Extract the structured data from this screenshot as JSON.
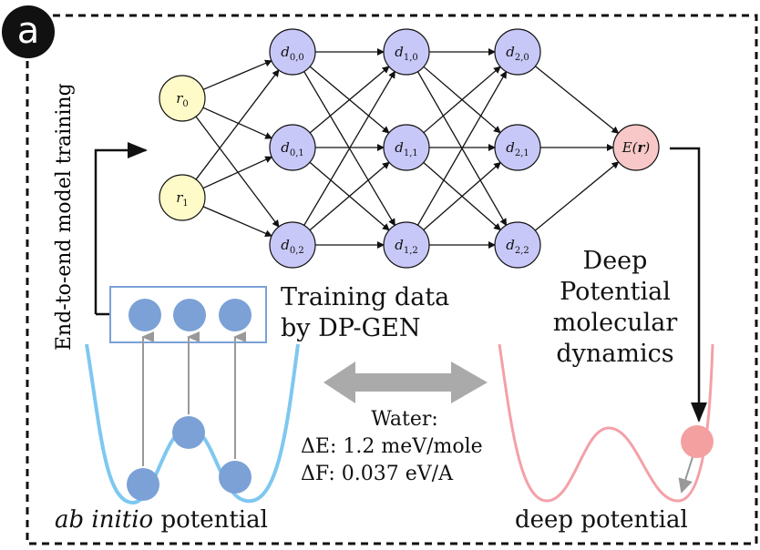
{
  "panel_label": "a",
  "side_label": "End-to-end model training",
  "network": {
    "inputs": [
      "r",
      "r"
    ],
    "input_subs": [
      "0",
      "1"
    ],
    "hidden": [
      [
        {
          "base": "d",
          "sub": "0,0"
        },
        {
          "base": "d",
          "sub": "0,1"
        },
        {
          "base": "d",
          "sub": "0,2"
        }
      ],
      [
        {
          "base": "d",
          "sub": "1,0"
        },
        {
          "base": "d",
          "sub": "1,1"
        },
        {
          "base": "d",
          "sub": "1,2"
        }
      ],
      [
        {
          "base": "d",
          "sub": "2,0"
        },
        {
          "base": "d",
          "sub": "2,1"
        },
        {
          "base": "d",
          "sub": "2,2"
        }
      ]
    ],
    "output": {
      "pre": "E(",
      "bold": "r",
      "post": ")"
    }
  },
  "training_data": {
    "line1": "Training data",
    "line2": "by DP-GEN"
  },
  "deep_md": {
    "line1": "Deep",
    "line2": "Potential",
    "line3": "molecular",
    "line4": "dynamics"
  },
  "water": {
    "title": "Water:",
    "de": "ΔE: 1.2 meV/mole",
    "df": "ΔF: 0.037 eV/A"
  },
  "ab_initio": {
    "italic": "ab initio",
    "rest": " potential"
  },
  "deep_potential_label": "deep potential",
  "colors": {
    "input_node": "#fffbc8",
    "hidden_node": "#c8c8f8",
    "output_node": "#f8c8c8",
    "blue_curve": "#7ec8f0",
    "blue_dot": "#7ba1d6",
    "pink_curve": "#f4a0a8",
    "pink_dot": "#f4a0a0",
    "arrow_gray": "#aaaaaa"
  }
}
